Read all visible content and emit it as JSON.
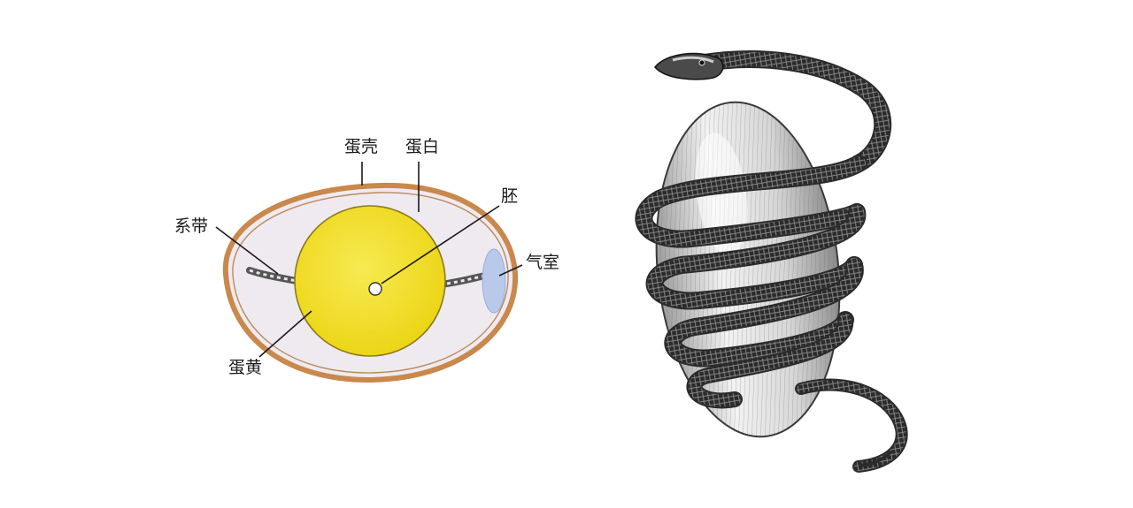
{
  "diagram": {
    "labels": {
      "shell": "蛋壳",
      "albumen": "蛋白",
      "germ": "胚",
      "chalaza": "系带",
      "air_cell": "气室",
      "yolk": "蛋黄"
    },
    "colors": {
      "shell": "#c9884c",
      "albumen": "#efeaf0",
      "yolk": "#f3e026",
      "air_cell": "#b9c9ea",
      "line": "#1a1a1a"
    }
  },
  "illustration": {
    "subject": "snake-coiled-around-egg",
    "colors": {
      "egg_fill": "#dcdcdc",
      "snake_body": "#2b2b2b",
      "snake_scale": "#7a7a7a"
    }
  }
}
